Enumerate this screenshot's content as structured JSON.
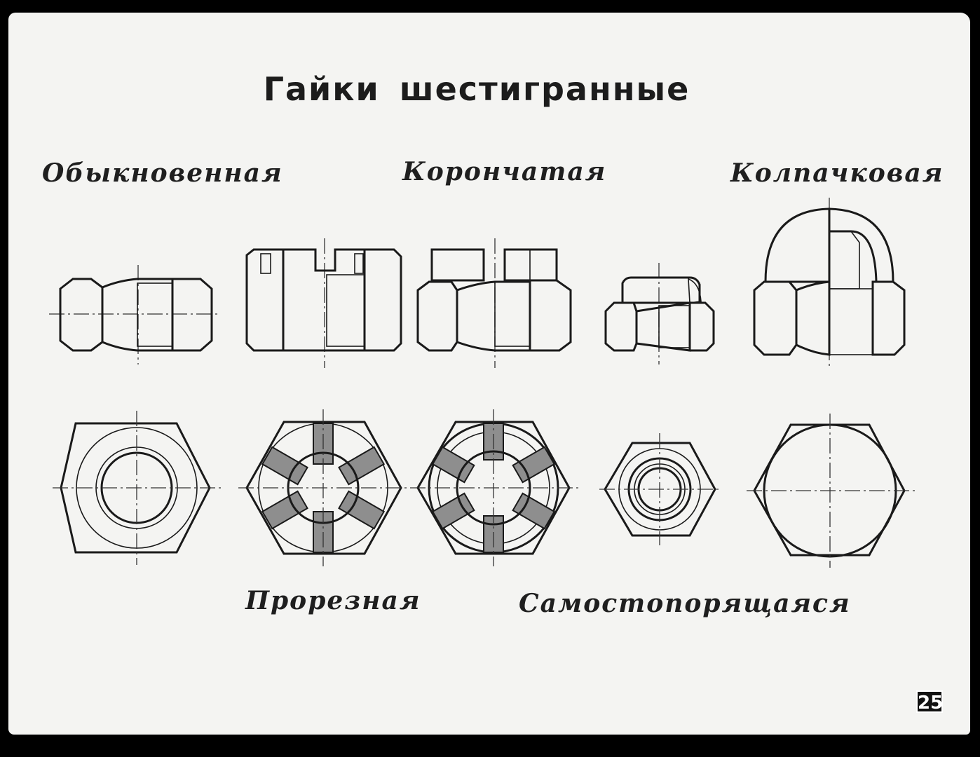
{
  "slide": {
    "title": "Гайки шестигранные",
    "page_number": "25"
  },
  "labels": {
    "ordinary": "Обыкновенная",
    "castle": "Корончатая",
    "cap": "Колпачковая",
    "slotted": "Прорезная",
    "self_locking": "Самостопорящаяся"
  },
  "colors": {
    "background": "#f4f4f2",
    "frame": "#000000",
    "ink": "#1a1a1a",
    "steel_dark": "#6b6b6b",
    "steel_mid": "#a8a8a8",
    "steel_light": "#dcdcdc"
  }
}
